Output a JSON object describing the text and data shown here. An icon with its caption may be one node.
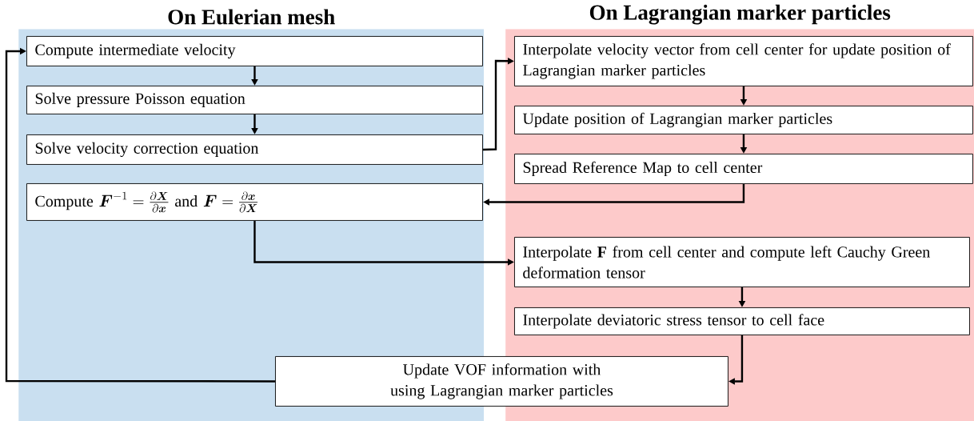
{
  "diagram": {
    "nodes": [
      {
        "text": [
          "On Eulerian mesh"
        ]
      },
      {
        "text": [
          "On Lagrangian marker particles"
        ]
      },
      {
        "text": [
          "Compute intermediate velocity"
        ],
        "in": 0
      },
      {
        "text": [
          "Solve pressure Poisson equation"
        ],
        "in": 0
      },
      {
        "text": [
          "Solve velocity correction equation"
        ],
        "in": 0
      },
      {
        "text": [
          "Compute",
          "\\boldsymbol{F}^{-1}=\\frac{\\partial\\boldsymbol{X}}{\\partial\\boldsymbol{x}}",
          "and",
          "\\boldsymbol{F}=\\frac{\\partial\\boldsymbol{x}}{\\partial\\boldsymbol{X}}"
        ],
        "in": 0
      },
      {
        "text": [
          "Interpolate velocity vector from cell center for update position of Lagrangian marker particles"
        ],
        "in": 1
      },
      {
        "text": [
          "Update position of Lagrangian marker particles"
        ],
        "in": 1
      },
      {
        "text": [
          "Spread Reference Map to cell center"
        ],
        "in": 1
      },
      {
        "text": [
          "Interpolate **F** from cell center and compute left Cauchy Green deformation tensor"
        ],
        "in": 1
      },
      {
        "text": [
          "Interpolate deviatoric stress tensor to cell face"
        ],
        "in": 1
      },
      {
        "text": [
          "Update VOF information with using Lagrangian marker particles"
        ]
      }
    ],
    "edges": [
      {
        "from": 2,
        "to": 3,
        "arrow": "to"
      },
      {
        "from": 3,
        "to": 4,
        "arrow": "to"
      },
      {
        "from": 4,
        "to": 6,
        "arrow": "to"
      },
      {
        "from": 6,
        "to": 7,
        "arrow": "to"
      },
      {
        "from": 7,
        "to": 8,
        "arrow": "to"
      },
      {
        "from": 8,
        "to": 5,
        "arrow": "to"
      },
      {
        "from": 5,
        "to": 9,
        "arrow": "to"
      },
      {
        "from": 9,
        "to": 10,
        "arrow": "to"
      },
      {
        "from": 10,
        "to": 11,
        "arrow": "to"
      },
      {
        "from": 11,
        "to": 2,
        "arrow": "to"
      }
    ]
  }
}
